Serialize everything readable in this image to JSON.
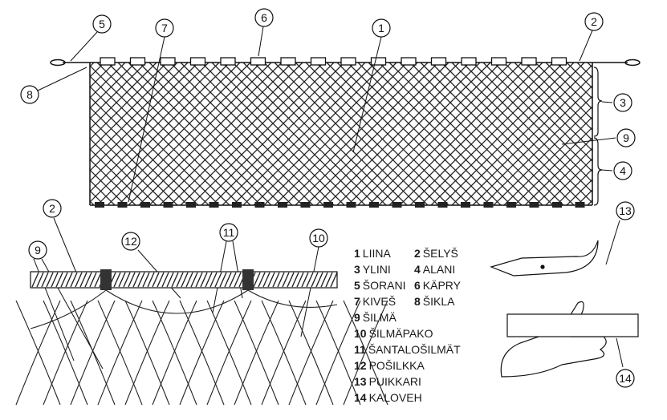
{
  "legend": [
    {
      "n": "1",
      "label": "LIINA"
    },
    {
      "n": "2",
      "label": "ŠELYŠ"
    },
    {
      "n": "3",
      "label": "YLINI"
    },
    {
      "n": "4",
      "label": "ALANI"
    },
    {
      "n": "5",
      "label": "ŠORANI"
    },
    {
      "n": "6",
      "label": "KÄPRY"
    },
    {
      "n": "7",
      "label": "KIVEŠ"
    },
    {
      "n": "8",
      "label": "ŠIKLA"
    },
    {
      "n": "9",
      "label": "ŠILMÄ"
    },
    {
      "n": "10",
      "label": "ŠILMÄPAKO"
    },
    {
      "n": "11",
      "label": "ŠANTALOŠILMÄT"
    },
    {
      "n": "12",
      "label": "POŠILKKA"
    },
    {
      "n": "13",
      "label": "PUIKKARI"
    },
    {
      "n": "14",
      "label": "KALOVEH"
    }
  ],
  "callouts": [
    "1",
    "2",
    "3",
    "4",
    "5",
    "6",
    "7",
    "8",
    "9",
    "10",
    "11",
    "12",
    "13",
    "14"
  ]
}
